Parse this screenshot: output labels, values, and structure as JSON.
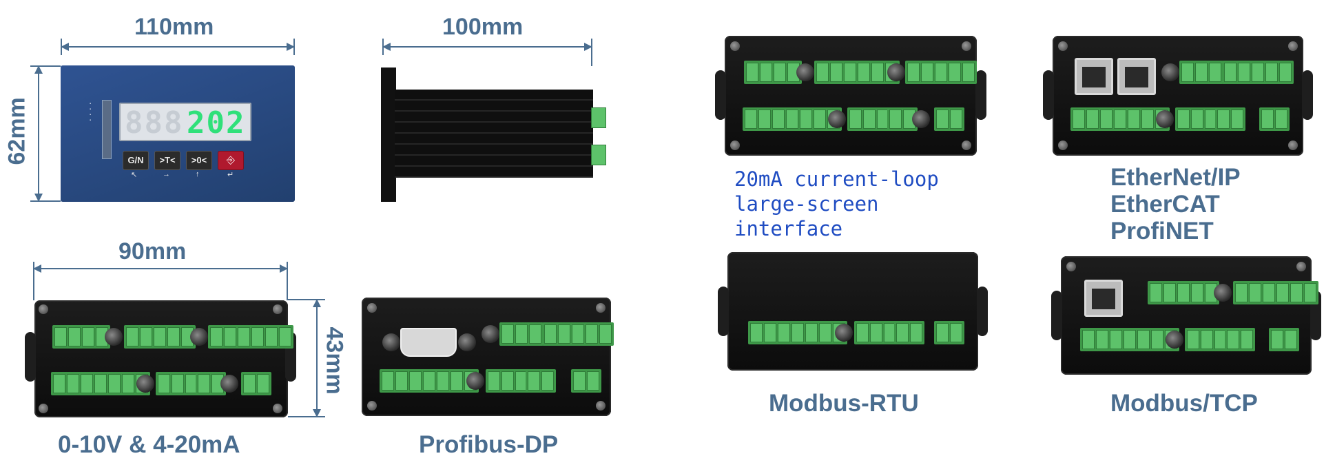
{
  "dimensions": {
    "front_width": "110mm",
    "front_height": "62mm",
    "side_depth": "100mm",
    "rear_width": "90mm",
    "rear_height": "43mm"
  },
  "front_panel": {
    "display_value_dim": "888",
    "display_value_lit": "202",
    "keys": [
      {
        "label": "G/N",
        "arrow": "↖"
      },
      {
        "label": ">T<",
        "arrow": "→"
      },
      {
        "label": ">0<",
        "arrow": "↑"
      },
      {
        "label": "⎆",
        "arrow": "↵"
      }
    ]
  },
  "captions": {
    "analog": "0-10V & 4-20mA",
    "profibus": "Profibus-DP",
    "current_loop_line1": "20mA current-loop",
    "current_loop_line2": "large-screen",
    "current_loop_line3": "interface",
    "ethernet_line1": "EtherNet/IP",
    "ethernet_line2": "EtherCAT",
    "ethernet_line3": "ProfiNET",
    "modbus_rtu": "Modbus-RTU",
    "modbus_tcp": "Modbus/TCP"
  },
  "colors": {
    "caption": "#4a6d8f",
    "caption_mono": "#1f4cc2",
    "panel_blue": "#2a4a82",
    "display_green": "#2fe07a",
    "terminal_green": "#5dc26a",
    "exit_key_red": "#b0192e"
  }
}
